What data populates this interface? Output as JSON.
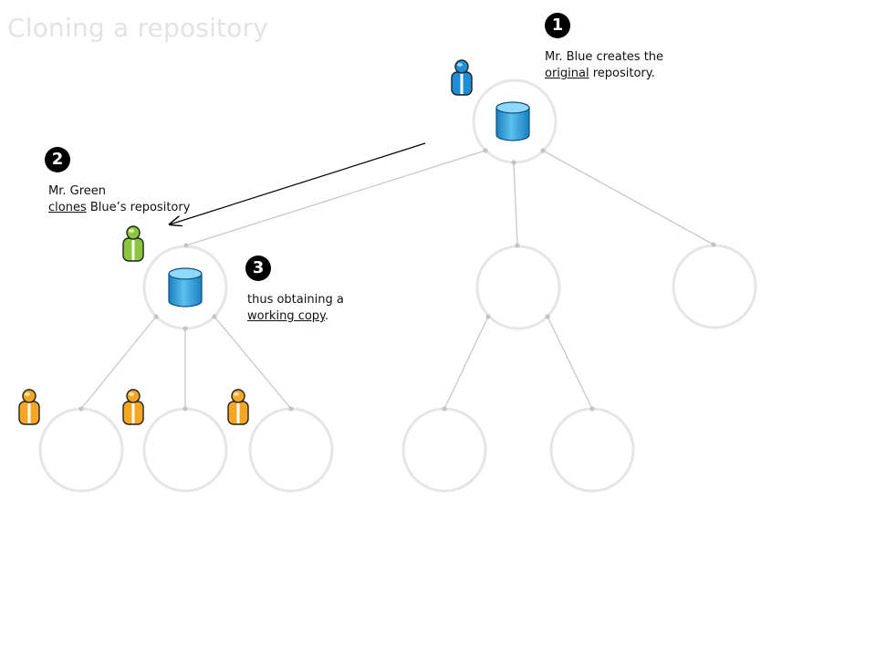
{
  "title": "Cloning a repository",
  "steps": [
    {
      "number": "1",
      "line1": "Mr. Blue creates the",
      "line2_underlined": "original",
      "line2_rest": " repository."
    },
    {
      "number": "2",
      "line1": "Mr. Green",
      "line2_underlined": "clones",
      "line2_rest": " Blue’s repository"
    },
    {
      "number": "3",
      "line1": "thus obtaining a",
      "line2_underlined": "working copy",
      "line2_rest": "."
    }
  ],
  "colors": {
    "node_ring": "#e6e6e6",
    "edge": "#c8c8c8",
    "repository": "#2a9bd8",
    "user_blue": "#1e8fd6",
    "user_green": "#8cc63f",
    "user_orange": "#f5a623"
  },
  "icons": {
    "repository": "database-cylinder-icon",
    "user": "person-icon"
  }
}
